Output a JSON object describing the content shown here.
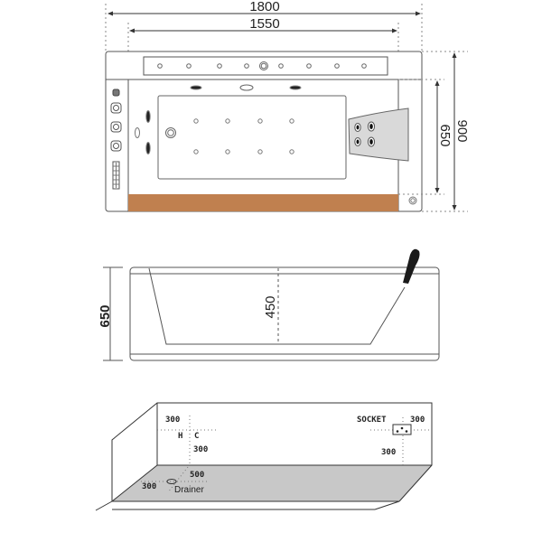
{
  "top_view": {
    "overall_length": "1800",
    "inner_length": "1550",
    "overall_width": "900",
    "inner_width": "650",
    "apron_color": "#c0804f",
    "pillow_color": "#d9d9d9",
    "jets_top_strip": 8,
    "body_jets": 8,
    "pillow_jets": 4
  },
  "side_view": {
    "height": "650",
    "depth": "450",
    "headrest_color": "#1a1a1a"
  },
  "install_view": {
    "water_offset_top": "300",
    "hot_label": "H",
    "cold_label": "C",
    "water_offset_side": "300",
    "socket_label": "SOCKET",
    "socket_offset_top": "300",
    "socket_offset_side": "300",
    "drain_offset_back": "500",
    "drain_offset_side": "300",
    "drain_label": "Drainer",
    "floor_color": "#c8c8c8"
  }
}
